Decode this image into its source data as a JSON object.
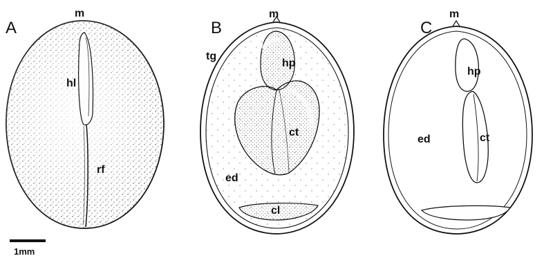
{
  "panels": [
    {
      "letter": "A",
      "labels": {
        "m": "m",
        "hl": "hl",
        "rf": "rf"
      }
    },
    {
      "letter": "B",
      "labels": {
        "m": "m",
        "tg": "tg",
        "hp": "hp",
        "ct": "ct",
        "ed": "ed",
        "cl": "cl"
      }
    },
    {
      "letter": "C",
      "labels": {
        "m": "m",
        "hp": "hp",
        "ct": "ct",
        "ed": "ed"
      }
    }
  ],
  "scale_bar": {
    "label": "1mm"
  },
  "colors": {
    "ink": "#111111",
    "background": "#ffffff"
  }
}
